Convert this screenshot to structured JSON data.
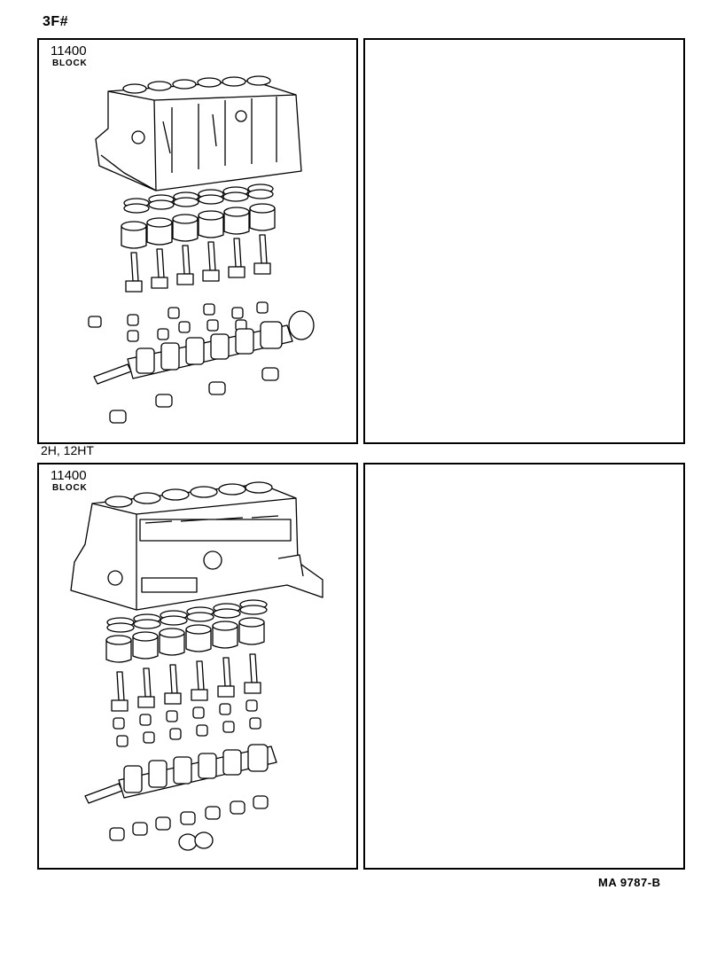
{
  "sections": [
    {
      "label": "3F#",
      "part_number": "11400",
      "part_name": "BLOCK"
    },
    {
      "label": "2H, 12HT",
      "part_number": "11400",
      "part_name": "BLOCK"
    }
  ],
  "doc_ref": "MA  9787-B"
}
